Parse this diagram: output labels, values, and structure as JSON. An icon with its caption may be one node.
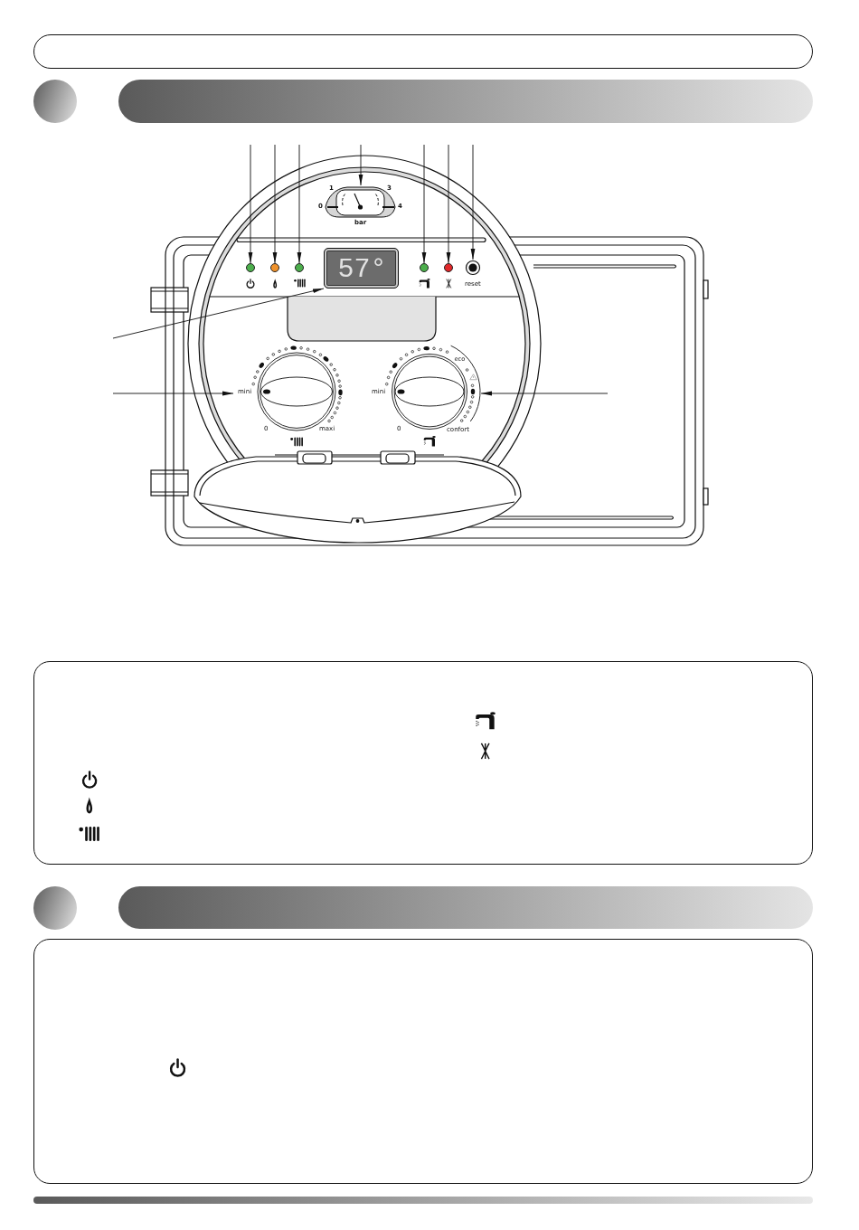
{
  "diagram": {
    "nodes": [
      {
        "text": [],
        "shape": "bar"
      },
      {
        "text": [
          "1",
          "3",
          "0",
          "4",
          "bar"
        ]
      },
      {
        "text": [],
        "shape": "circle"
      },
      {
        "text": [],
        "shape": "circle"
      },
      {
        "text": [],
        "shape": "circle"
      },
      {
        "text": [
          "57°"
        ]
      },
      {
        "text": [],
        "shape": "circle"
      },
      {
        "text": [],
        "shape": "circle"
      },
      {
        "text": [
          "reset"
        ]
      },
      {
        "text": [
          "mini",
          "0",
          "maxi"
        ]
      },
      {
        "text": [
          "eco",
          "mini",
          "0",
          "confort"
        ]
      },
      {
        "text": [],
        "shape": "bar"
      }
    ],
    "edges": [
      {
        "from": null,
        "to": 2,
        "arrow": "to"
      },
      {
        "from": null,
        "to": 3,
        "arrow": "to"
      },
      {
        "from": null,
        "to": 4,
        "arrow": "to"
      },
      {
        "from": null,
        "to": 1,
        "arrow": "to"
      },
      {
        "from": null,
        "to": 6,
        "arrow": "to"
      },
      {
        "from": null,
        "to": 7,
        "arrow": "to"
      },
      {
        "from": null,
        "to": 8,
        "arrow": "to"
      },
      {
        "from": null,
        "to": 5,
        "arrow": "to"
      },
      {
        "from": null,
        "to": 9,
        "arrow": "to"
      },
      {
        "from": null,
        "to": 10,
        "arrow": "to"
      }
    ]
  }
}
